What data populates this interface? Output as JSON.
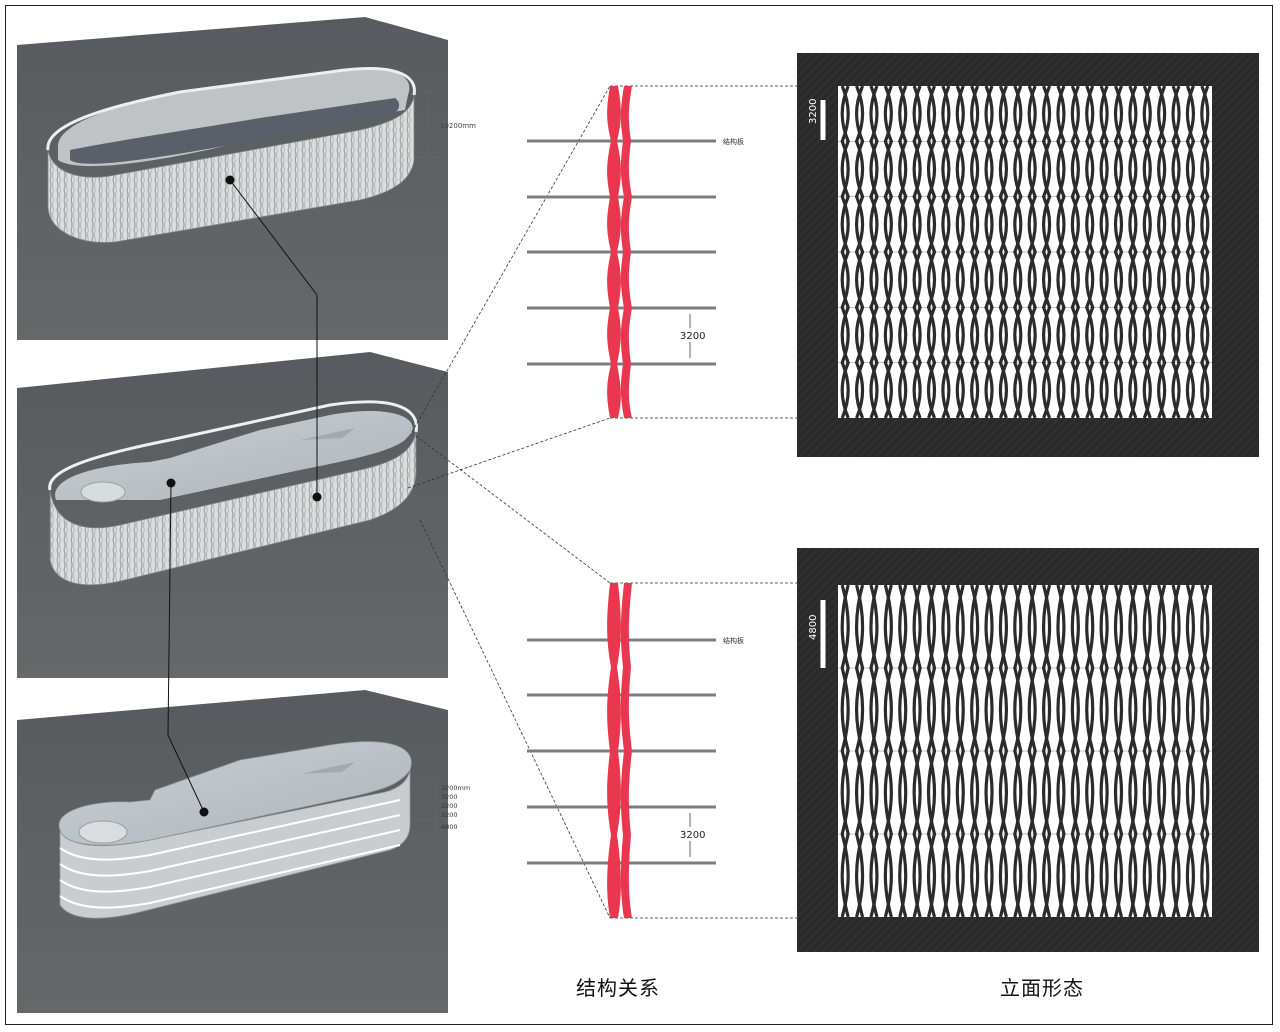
{
  "captions": {
    "structure_relation": "结构关系",
    "facade_form": "立面形态"
  },
  "models": {
    "top": {
      "height_label": "19200mm"
    },
    "bottom": {
      "floor_labels": [
        "3200mm",
        "3200",
        "3200",
        "3200",
        "4800"
      ]
    }
  },
  "section_upper": {
    "slab_label": "结构板",
    "spacing_label": "3200",
    "elevation_height_label": "3200"
  },
  "section_lower": {
    "slab_label": "结构板",
    "spacing_label": "3200",
    "elevation_height_label": "4800"
  },
  "colors": {
    "ground": "#5e6266",
    "model_white": "#e6e8e8",
    "rib_red": "#e8374f",
    "slab_gray": "#7b7d80",
    "elevation_bg": "#2b2b2b"
  }
}
